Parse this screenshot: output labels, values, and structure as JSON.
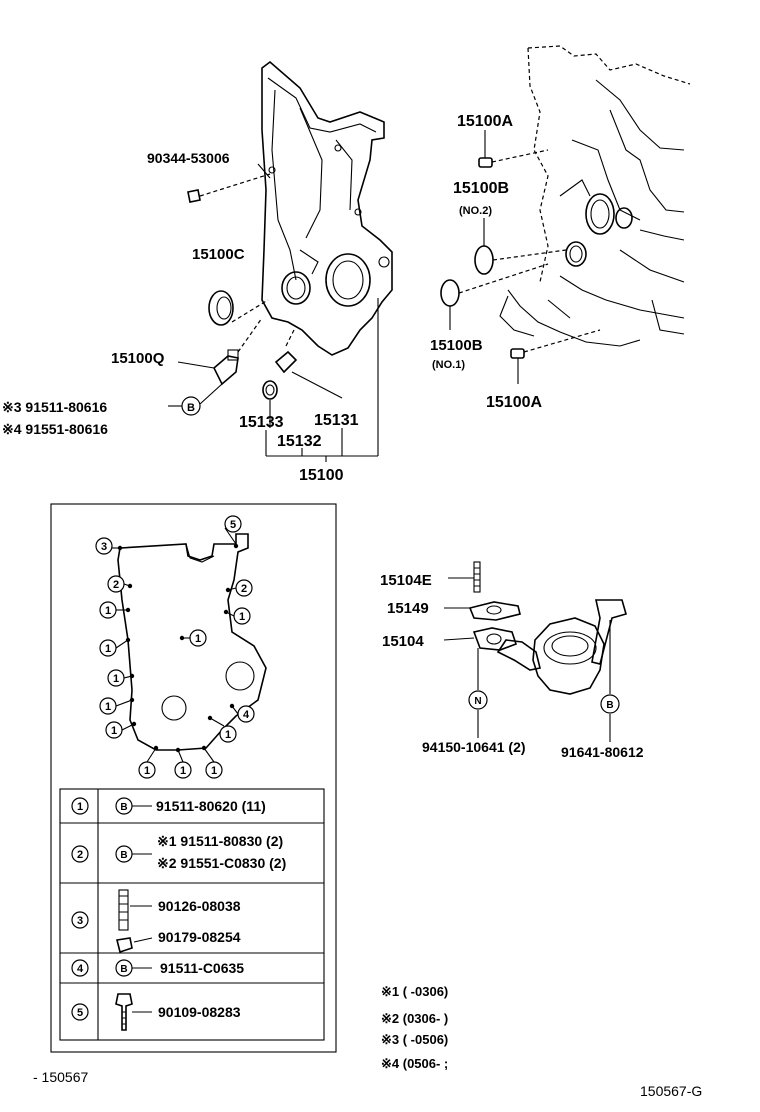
{
  "top_labels": {
    "p90344": "90344-53006",
    "p15100c": "15100C",
    "p15100q": "15100Q",
    "p91511_80616": "※3 91511-80616",
    "p91551_80616": "※4  91551-80616",
    "p15133": "15133",
    "p15131": "15131",
    "p15132": "15132",
    "p15100": "15100",
    "p15100a_top": "15100A",
    "p15100b_top": "15100B",
    "no2": "(NO.2)",
    "p15100b_bot": "15100B",
    "no1": "(NO.1)",
    "p15100a_bot": "15100A",
    "bolt_b_sym": "B"
  },
  "legend_circles": [
    "1",
    "2",
    "3",
    "4",
    "5"
  ],
  "legend_table": [
    {
      "num": "1",
      "sym": "B",
      "lines": [
        "91511-80620 (11)"
      ]
    },
    {
      "num": "2",
      "sym": "B",
      "lines": [
        "※1 91511-80830 (2)",
        "※2 91551-C0830 (2)"
      ]
    },
    {
      "num": "3",
      "sym": "",
      "lines": [
        "90126-08038",
        "90179-08254"
      ]
    },
    {
      "num": "4",
      "sym": "B",
      "lines": [
        "91511-C0635"
      ]
    },
    {
      "num": "5",
      "sym": "",
      "lines": [
        "90109-08283"
      ]
    }
  ],
  "strainer_labels": {
    "p15104e": "15104E",
    "p15149": "15149",
    "p15104": "15104",
    "sym_n": "N",
    "sym_b": "B",
    "p94150": "94150-10641 (2)",
    "p91641": "91641-80612"
  },
  "footnotes": [
    "※1 (        -0306)",
    "※2  (0306-        )",
    "※3 (        -0506)",
    "※4 (0506-        ;"
  ],
  "code_left": "- 150567",
  "code_right": "150567-G"
}
